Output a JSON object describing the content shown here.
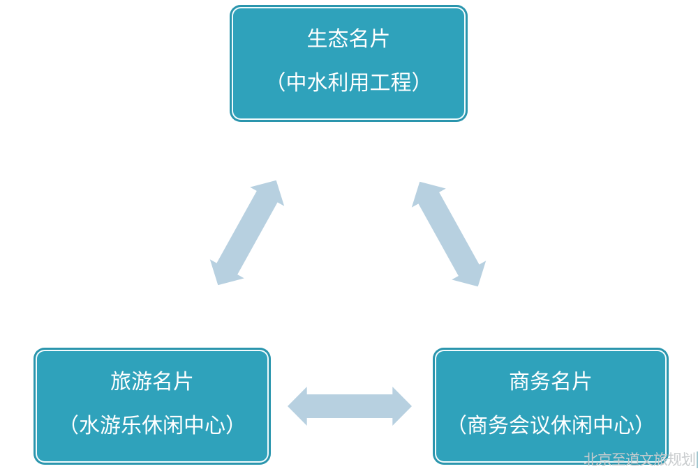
{
  "diagram": {
    "title_hint": "three-card cycle diagram",
    "nodes": [
      {
        "id": "ecology",
        "title": "生态名片",
        "subtitle": "（中水利用工程）"
      },
      {
        "id": "tourism",
        "title": "旅游名片",
        "subtitle": "（水游乐休闲中心）"
      },
      {
        "id": "business",
        "title": "商务名片",
        "subtitle": "（商务会议休闲中心）"
      }
    ],
    "arrows": [
      {
        "id": "ecology-tourism",
        "type": "double-headed",
        "orientation": "diagonal-left"
      },
      {
        "id": "ecology-business",
        "type": "double-headed",
        "orientation": "diagonal-right"
      },
      {
        "id": "tourism-business",
        "type": "double-headed",
        "orientation": "horizontal"
      }
    ],
    "watermark": {
      "text": "北京至道文旅规划"
    },
    "colors": {
      "background": "#ffffff",
      "node_fill": "#2fa2bb",
      "node_border": "#2a95ad",
      "node_inner_line": "#f2fbfd",
      "node_text": "#ffffff",
      "arrow": "#b7d0e0",
      "watermark_text": "#c9ccce",
      "watermark_bar": "#9fc5ce"
    }
  }
}
